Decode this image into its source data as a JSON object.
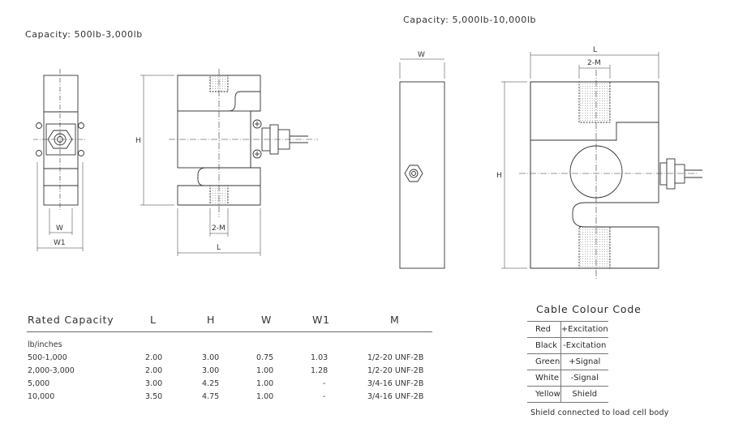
{
  "labels": {
    "capacity_small": "Capacity: 500lb-3,000lb",
    "capacity_large": "Capacity: 5,000lb-10,000lb"
  },
  "dimensions": {
    "W": "W",
    "W1": "W1",
    "H": "H",
    "L": "L",
    "M": "2-M"
  },
  "spec_table": {
    "headers": [
      "Rated Capacity",
      "L",
      "H",
      "W",
      "W1",
      "M"
    ],
    "unit_row": "lb/inches",
    "rows": [
      [
        "500-1,000",
        "2.00",
        "3.00",
        "0.75",
        "1.03",
        "1/2-20 UNF-2B"
      ],
      [
        "2,000-3,000",
        "2.00",
        "3.00",
        "1.00",
        "1.28",
        "1/2-20 UNF-2B"
      ],
      [
        "5,000",
        "3.00",
        "4.25",
        "1.00",
        "-",
        "3/4-16 UNF-2B"
      ],
      [
        "10,000",
        "3.50",
        "4.75",
        "1.00",
        "-",
        "3/4-16 UNF-2B"
      ]
    ]
  },
  "cable_code": {
    "title": "Cable Colour Code",
    "rows": [
      [
        "Red",
        "+Excitation"
      ],
      [
        "Black",
        "-Excitation"
      ],
      [
        "Green",
        "+Signal"
      ],
      [
        "White",
        "-Signal"
      ],
      [
        "Yellow",
        "Shield"
      ]
    ],
    "note": "Shield connected to load cell body"
  }
}
